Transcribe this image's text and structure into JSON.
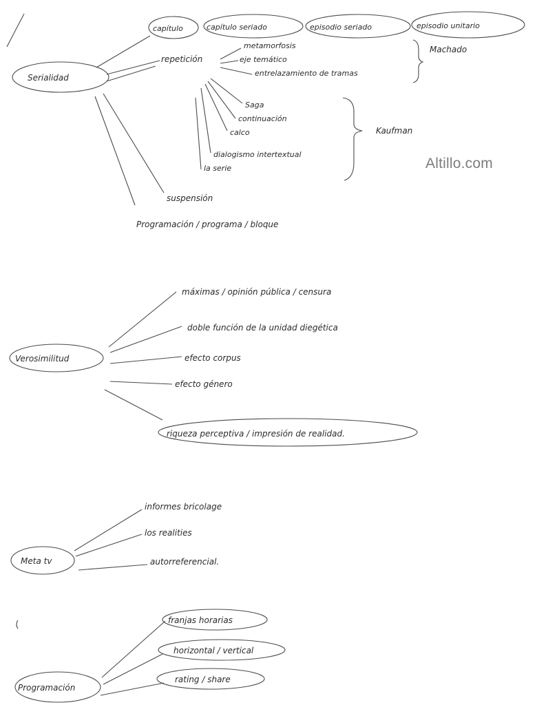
{
  "watermark": "Altillo.com",
  "maps": {
    "serialidad": {
      "center": "Serialidad",
      "top_boxes": [
        "capítulo",
        "capítulo seriado",
        "episodio seriado",
        "episodio unitario"
      ],
      "top_note": "Machado",
      "repeticion": "repetición",
      "repeticion_items": [
        "metamorfosis",
        "eje temático",
        "entrelazamiento de tramas"
      ],
      "kaufman_items": [
        "Saga",
        "continuación",
        "calco",
        "dialogismo intertextual",
        "la serie"
      ],
      "kaufman": "Kaufman",
      "suspension": "suspensión",
      "programacion": "Programación / programa / bloque"
    },
    "verosimilitud": {
      "center": "Verosimilitud",
      "items": [
        "máximas / opinión pública / censura",
        "doble función de la unidad diegética",
        "efecto corpus",
        "efecto género",
        "riqueza perceptiva / impresión de realidad."
      ]
    },
    "metatv": {
      "center": "Meta tv",
      "items": [
        "informes bricolage",
        "los realities",
        "autorreferencial."
      ]
    },
    "programacion": {
      "center": "Programación",
      "items": [
        "franjas horarias",
        "horizontal / vertical",
        "rating / share"
      ]
    }
  }
}
